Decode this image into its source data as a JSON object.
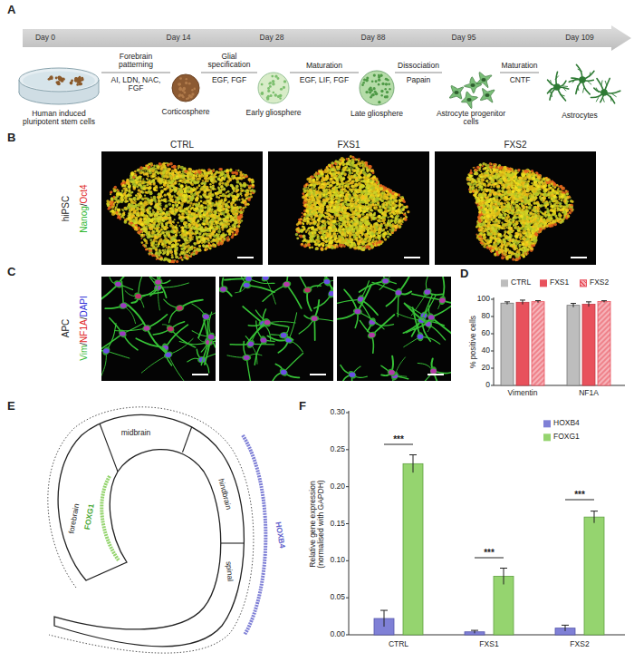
{
  "diagram": {
    "nodes": [
      {
        "text": [
          "Day 0",
          "Day 14",
          "Day 28",
          "Day 88",
          "Day 95",
          "Day 109"
        ]
      },
      {
        "text": [
          "Human induced pluripotent stem cells"
        ]
      },
      {
        "text": [
          "Corticosphere"
        ]
      },
      {
        "text": [
          "Early gliosphere"
        ]
      },
      {
        "text": [
          "Late gliosphere"
        ]
      },
      {
        "text": [
          "Astrocyte progenitor cells"
        ]
      },
      {
        "text": [
          "Astrocytes"
        ]
      }
    ],
    "edges": [
      {
        "from": 1,
        "to": 2,
        "arrow": "none",
        "label": "Forebrain patterning"
      },
      {
        "from": 2,
        "to": 3,
        "arrow": "none",
        "label": "Glial specification"
      },
      {
        "from": 3,
        "to": 4,
        "arrow": "none",
        "label": "Maturation"
      },
      {
        "from": 4,
        "to": 5,
        "arrow": "none",
        "label": "Dissociation"
      },
      {
        "from": 5,
        "to": 6,
        "arrow": "none",
        "label": "Maturation"
      }
    ],
    "labels": [
      "A",
      "AI, LDN, NAC, FGF",
      "EGF, FGF",
      "EGF, LIF, FGF",
      "Papain",
      "CNTF",
      "B",
      "CTRL",
      "FXS1",
      "FXS2",
      "hiPSC",
      "Nanog",
      "/",
      "Oct4",
      "C",
      "APC",
      "Vim",
      "/",
      "NF1A",
      "/",
      "DAPI",
      "D",
      "100",
      "80",
      "60",
      "40",
      "20",
      "0",
      "% positive cells",
      "Vimentin",
      "NF1A",
      "E",
      "midbrain",
      "hindbrain",
      "forebrain",
      "FOXG1",
      "spinal",
      "HOXB4",
      "F",
      "0.30",
      "0.25",
      "0.20",
      "0.15",
      "0.10",
      "0.05",
      "0.00",
      "Relative gene expression (normalised with GAPDH)",
      "***",
      "***",
      "***",
      "CTRL",
      "FXS1",
      "FXS2"
    ],
    "legend": [
      {
        "text": "CTRL",
        "color": "#bdbdbd"
      },
      {
        "text": "FXS1",
        "color": "#e8515c"
      },
      {
        "text": "FXS2",
        "color": "#f6b3b9"
      },
      {
        "text": "HOXB4",
        "color": "#7f80d6"
      },
      {
        "text": "FOXG1",
        "color": "#95d46f"
      }
    ]
  }
}
